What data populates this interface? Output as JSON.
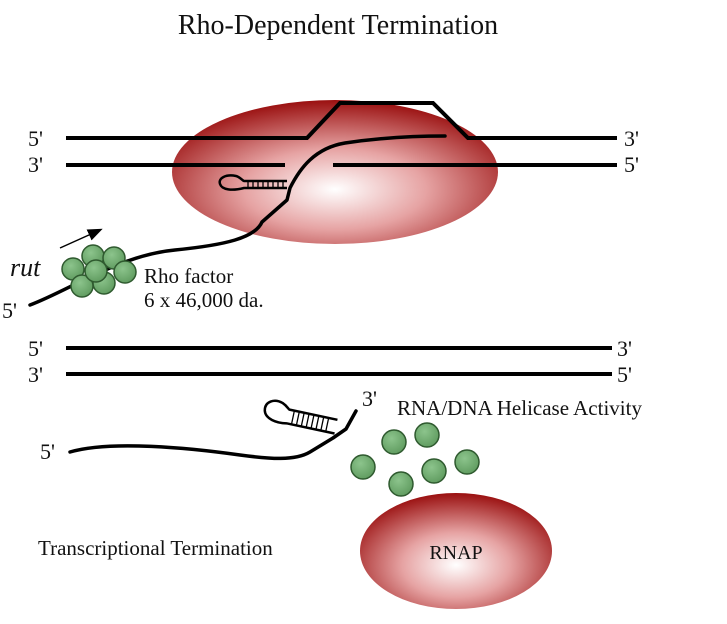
{
  "title": "Rho-Dependent Termination",
  "top_panel": {
    "dna_top_5": "5'",
    "dna_top_3": "3'",
    "dna_bottom_3": "3'",
    "dna_bottom_5": "5'",
    "rut_label": "rut",
    "rna_5": "5'",
    "rho_label": "Rho factor",
    "rho_size": "6 x 46,000 da."
  },
  "bottom_panel": {
    "dna_top_5": "5'",
    "dna_top_3": "3'",
    "dna_bottom_3": "3'",
    "dna_bottom_5": "5'",
    "rna_3": "3'",
    "rna_5": "5'",
    "helicase_label": "RNA/DNA Helicase Activity",
    "termination_label": "Transcriptional Termination",
    "rnap_label": "RNAP"
  },
  "colors": {
    "polymerase_dark": "#9a1010",
    "polymerase_light": "#ffffff",
    "rho_fill": "#6aa86a",
    "rho_stroke": "#2f5a2f"
  }
}
